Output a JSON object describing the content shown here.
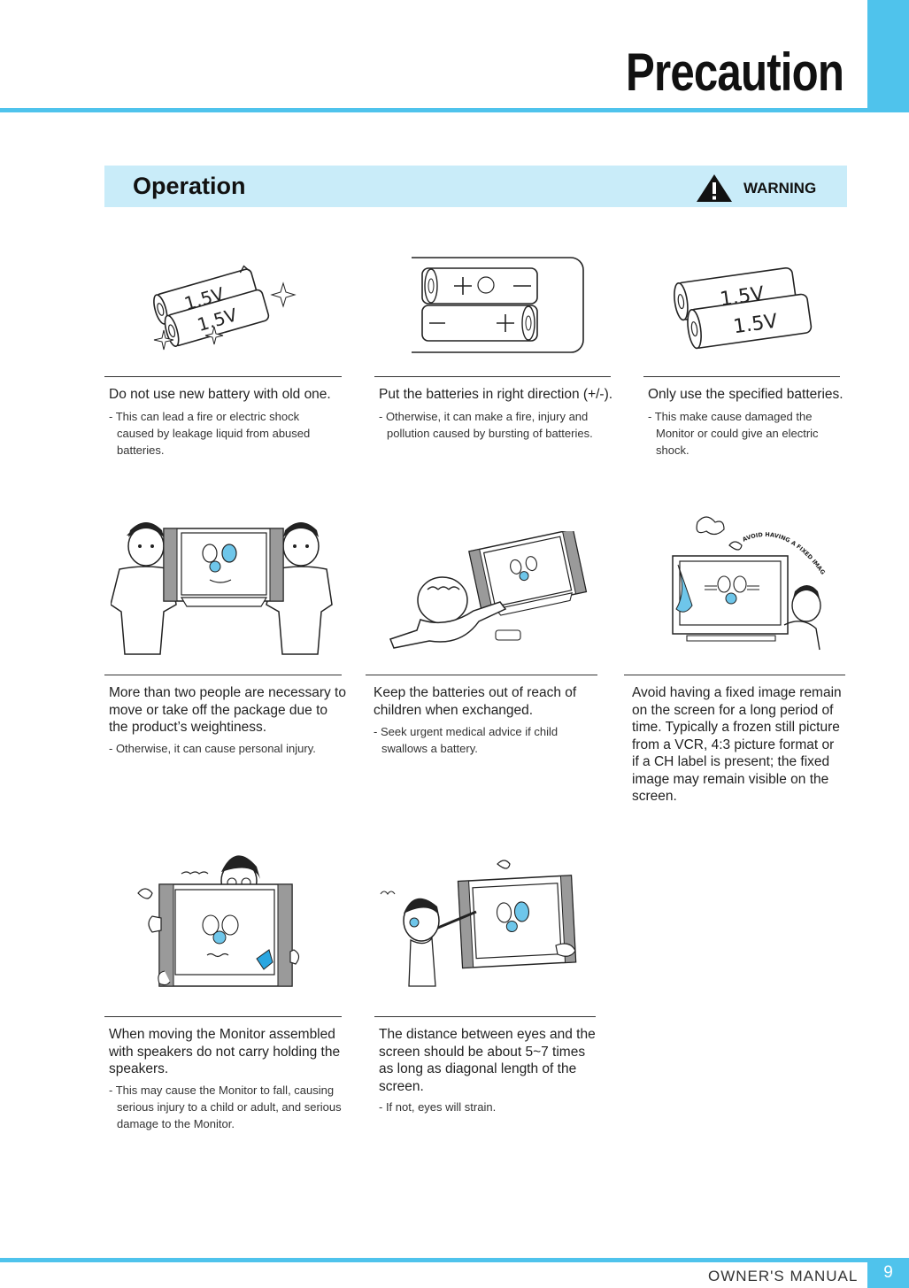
{
  "header": {
    "title": "Precaution"
  },
  "section": {
    "title": "Operation",
    "warning_label": "WARNING"
  },
  "illustration_text": {
    "battery_voltage": "1.5V",
    "fixed_image_banner": "AVOID HAVING A FIXED IMAGE REMAIN ON THE SCREEN FOR A LONG PERIOD OF TIME"
  },
  "items": [
    {
      "title": "Do not use new battery with old one.",
      "note": "- This can lead a fire or electric shock caused by leakage liquid from abused batteries."
    },
    {
      "title": "Put the batteries in right direction (+/-).",
      "note": "- Otherwise, it can make a fire, injury and pollution caused by bursting of batteries."
    },
    {
      "title": "Only use the specified batteries.",
      "note": "- This make cause damaged the Monitor or could give an electric shock."
    },
    {
      "title": "More than two people are necessary to move or take off the package due to the product’s weightiness.",
      "note": "- Otherwise, it can cause personal injury."
    },
    {
      "title": "Keep the batteries out of reach of children when exchanged.",
      "note": "- Seek urgent medical advice if child swallows a battery."
    },
    {
      "title": "Avoid having a fixed image remain on the screen for a long period of time. Typically a frozen still picture from a VCR, 4:3 picture format or if a CH label is present; the fixed image may remain visible on the screen.",
      "note": ""
    },
    {
      "title": "When moving the Monitor assembled with speakers do not carry holding the speakers.",
      "note": "- This may cause the Monitor to fall, causing serious injury to a child or adult, and serious damage to the Monitor."
    },
    {
      "title": "The distance between eyes and the screen should be about 5~7 times as long as diagonal length of the screen.",
      "note": "- If not, eyes will strain."
    }
  ],
  "footer": {
    "label": "OWNER'S MANUAL",
    "page_number": "9"
  }
}
